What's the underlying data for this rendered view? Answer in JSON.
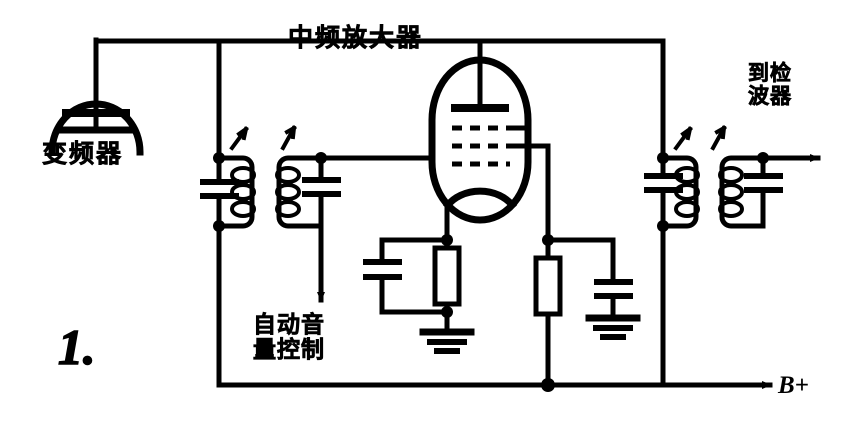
{
  "figure": {
    "number": "1.",
    "kind": "schematic",
    "subject": "intermediate-frequency (IF) amplifier stage",
    "line_color": "#000000",
    "background_color": "#ffffff"
  },
  "labels": {
    "title_if_amplifier": "中频放大器",
    "converter": "变频器",
    "to_detector": "到检\n波器",
    "avc": "自动音\n量控制",
    "b_plus": "B+"
  },
  "components": {
    "input_tube": {
      "name": "converter-tube",
      "symbol": "partial-tube-envelope-with-plate"
    },
    "if_transformer_input": {
      "name": "input-if-transformer",
      "primary_capacitor": "trimmer",
      "secondary_capacitor": "trimmer",
      "tuning_markers": 2
    },
    "amplifier_tube": {
      "name": "pentode-tube",
      "plate": "top",
      "grids": 3,
      "cathode": "bottom"
    },
    "if_transformer_output": {
      "name": "output-if-transformer",
      "primary_capacitor": "trimmer",
      "secondary_capacitor": "trimmer",
      "tuning_markers": 2
    },
    "cathode_network": {
      "resistor": "cathode-bias-resistor",
      "capacitor": "cathode-bypass-capacitor",
      "ground": true
    },
    "screen_network": {
      "resistor": "screen-dropping-resistor",
      "capacitor": "screen-bypass-capacitor",
      "ground": true
    },
    "avc_line": {
      "direction": "down",
      "arrow": true
    },
    "output_line": {
      "direction": "right",
      "arrow": true
    },
    "supply_rail": {
      "label": "B+",
      "direction": "right",
      "arrow": true
    }
  },
  "grounds": [
    {
      "name": "cathode-ground"
    },
    {
      "name": "screen-ground"
    }
  ]
}
